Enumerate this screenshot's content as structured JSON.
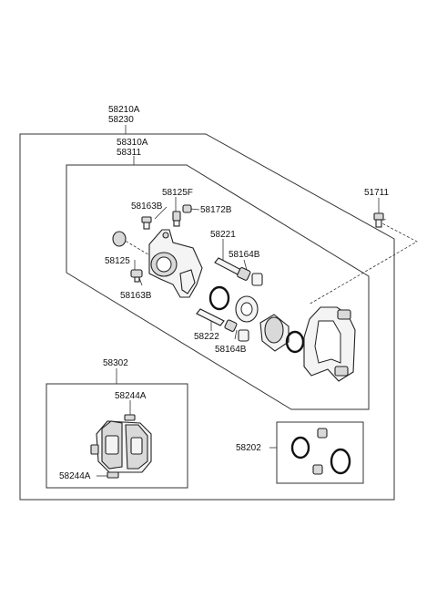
{
  "labels": {
    "assembly_1": "58210A",
    "assembly_2": "58230",
    "caliper_1": "58310A",
    "caliper_2": "58311",
    "bolt_51711": "51711",
    "p58125F": "58125F",
    "p58163B_top": "58163B",
    "p58172B": "58172B",
    "p58221": "58221",
    "p58164B_top": "58164B",
    "p58125": "58125",
    "p58163B_bottom": "58163B",
    "p58222": "58222",
    "p58164B_bottom": "58164B",
    "pad_kit": "58302",
    "shim_top": "58244A",
    "shim_bottom": "58244A",
    "seal_kit": "58202"
  }
}
